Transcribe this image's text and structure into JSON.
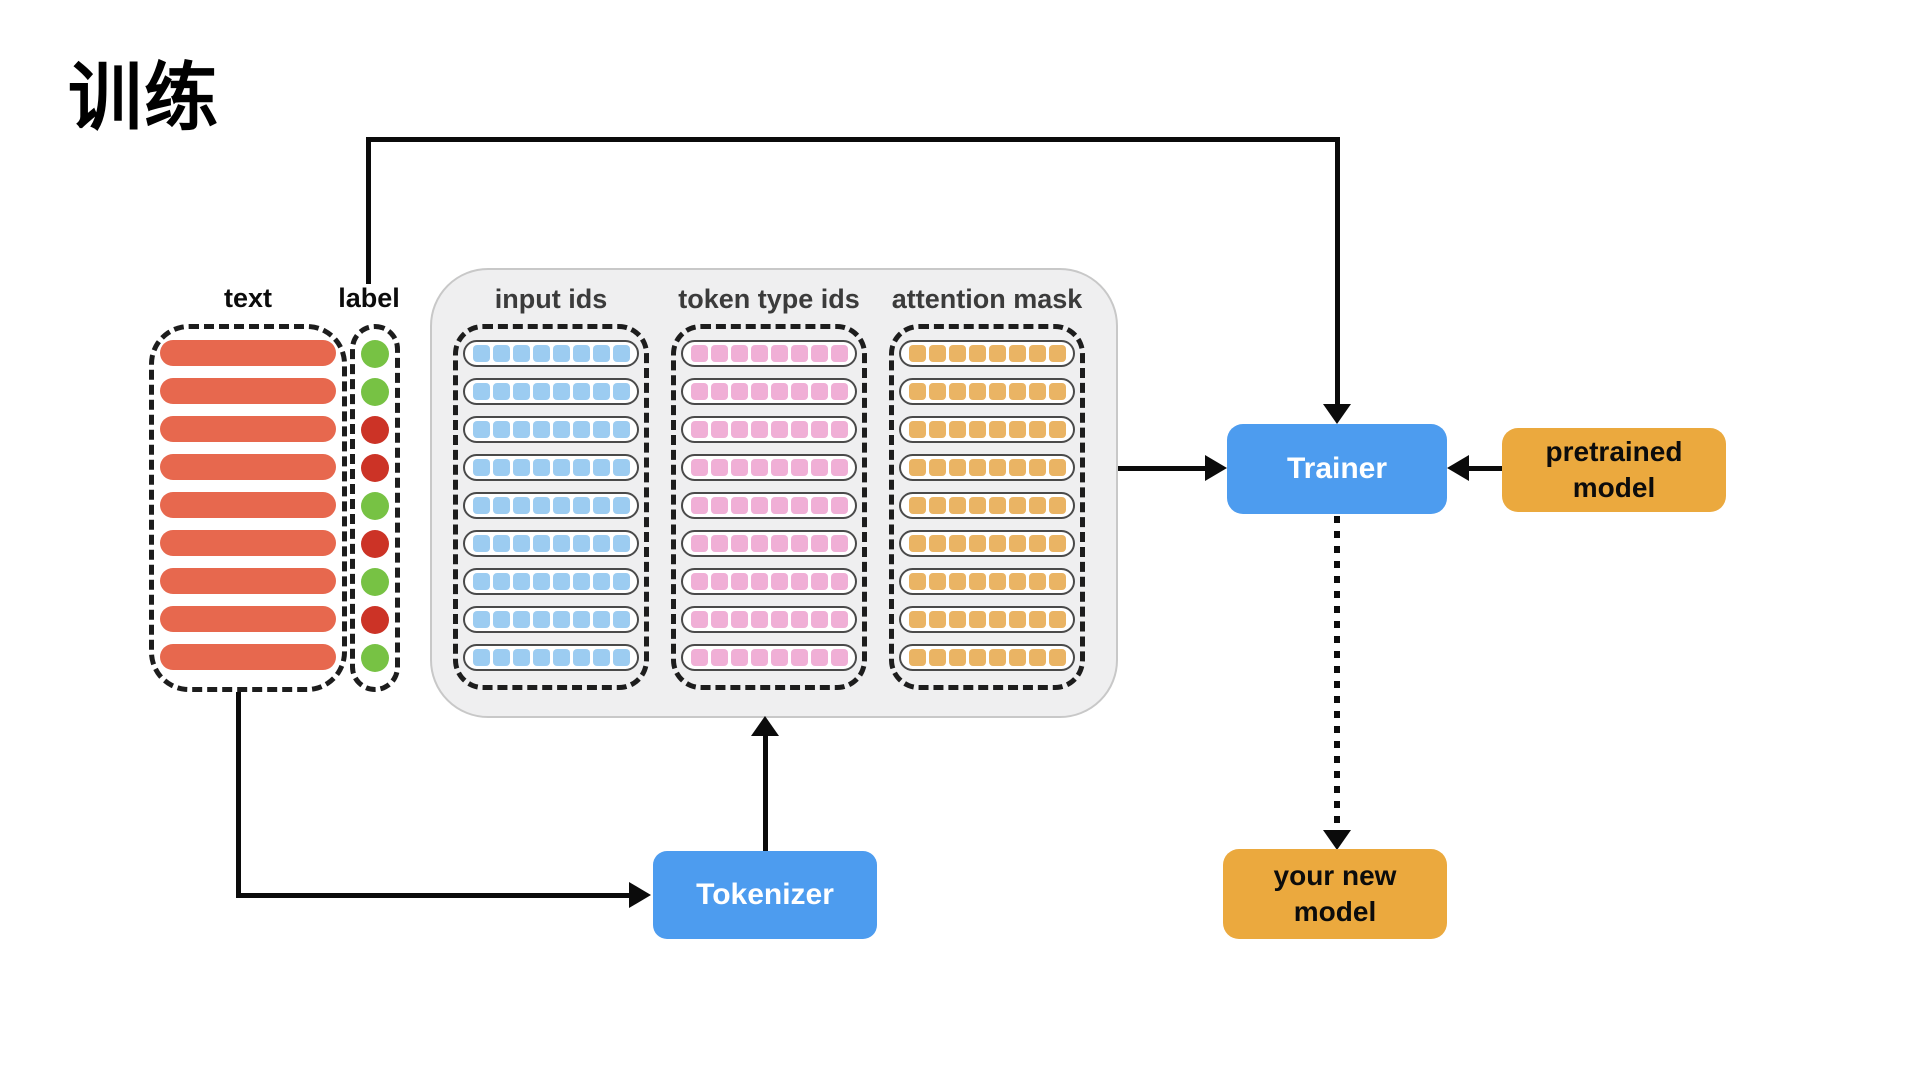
{
  "title": "训练",
  "dataset": {
    "text_header": "text",
    "label_header": "label",
    "text_rows": 9,
    "labels": [
      "green",
      "green",
      "red",
      "red",
      "green",
      "red",
      "green",
      "red",
      "green"
    ]
  },
  "batch": {
    "columns": [
      {
        "label": "input ids",
        "color": "#9CCCF1",
        "rows": 9,
        "cells_per_row": 8
      },
      {
        "label": "token type ids",
        "color": "#F0AFD6",
        "rows": 9,
        "cells_per_row": 8
      },
      {
        "label": "attention mask",
        "color": "#EAB464",
        "rows": 9,
        "cells_per_row": 8
      }
    ]
  },
  "nodes": {
    "trainer": {
      "label": "Trainer"
    },
    "tokenizer": {
      "label": "Tokenizer"
    },
    "pretrained_model": {
      "label": "pretrained model"
    },
    "your_new_model": {
      "label": "your new model"
    }
  },
  "colors": {
    "text_bar": "#E7684E",
    "green": "#77C244",
    "red": "#CC3326",
    "node_blue": "#4D9CEF",
    "node_orange": "#EBA93E",
    "line": "#0B0B0B"
  }
}
